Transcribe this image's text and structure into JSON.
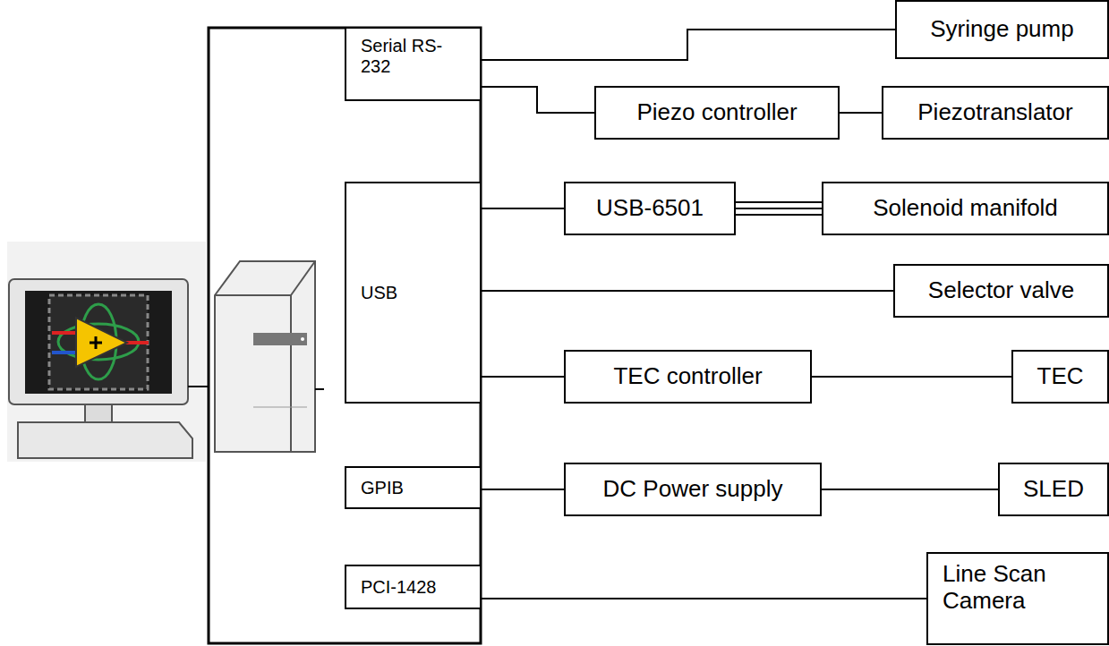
{
  "diagram": {
    "nodes": [
      {
        "text": [
          "Serial RS-232"
        ]
      },
      {
        "text": [
          "Syringe pump"
        ]
      },
      {
        "text": [
          "Piezo controller"
        ]
      },
      {
        "text": [
          "Piezotranslator"
        ]
      },
      {
        "text": [
          "USB"
        ]
      },
      {
        "text": [
          "USB-6501"
        ]
      },
      {
        "text": [
          "Solenoid manifold"
        ]
      },
      {
        "text": [
          "Selector valve"
        ]
      },
      {
        "text": [
          "TEC controller"
        ]
      },
      {
        "text": [
          "TEC"
        ]
      },
      {
        "text": [
          "GPIB"
        ]
      },
      {
        "text": [
          "DC Power supply"
        ]
      },
      {
        "text": [
          "SLED"
        ]
      },
      {
        "text": [
          "PCI-1428"
        ]
      },
      {
        "text": [
          "Line Scan Camera"
        ]
      }
    ],
    "edges": [
      {
        "from": 0,
        "to": 1,
        "arrow": "none"
      },
      {
        "from": 0,
        "to": 2,
        "arrow": "none"
      },
      {
        "from": 2,
        "to": 3,
        "arrow": "none"
      },
      {
        "from": 4,
        "to": 5,
        "arrow": "none"
      },
      {
        "from": 5,
        "to": 6,
        "arrow": "none"
      },
      {
        "from": 4,
        "to": 7,
        "arrow": "none"
      },
      {
        "from": 4,
        "to": 8,
        "arrow": "none"
      },
      {
        "from": 8,
        "to": 9,
        "arrow": "none"
      },
      {
        "from": 10,
        "to": 11,
        "arrow": "none"
      },
      {
        "from": 11,
        "to": 12,
        "arrow": "none"
      },
      {
        "from": 13,
        "to": 14,
        "arrow": "none"
      }
    ]
  }
}
